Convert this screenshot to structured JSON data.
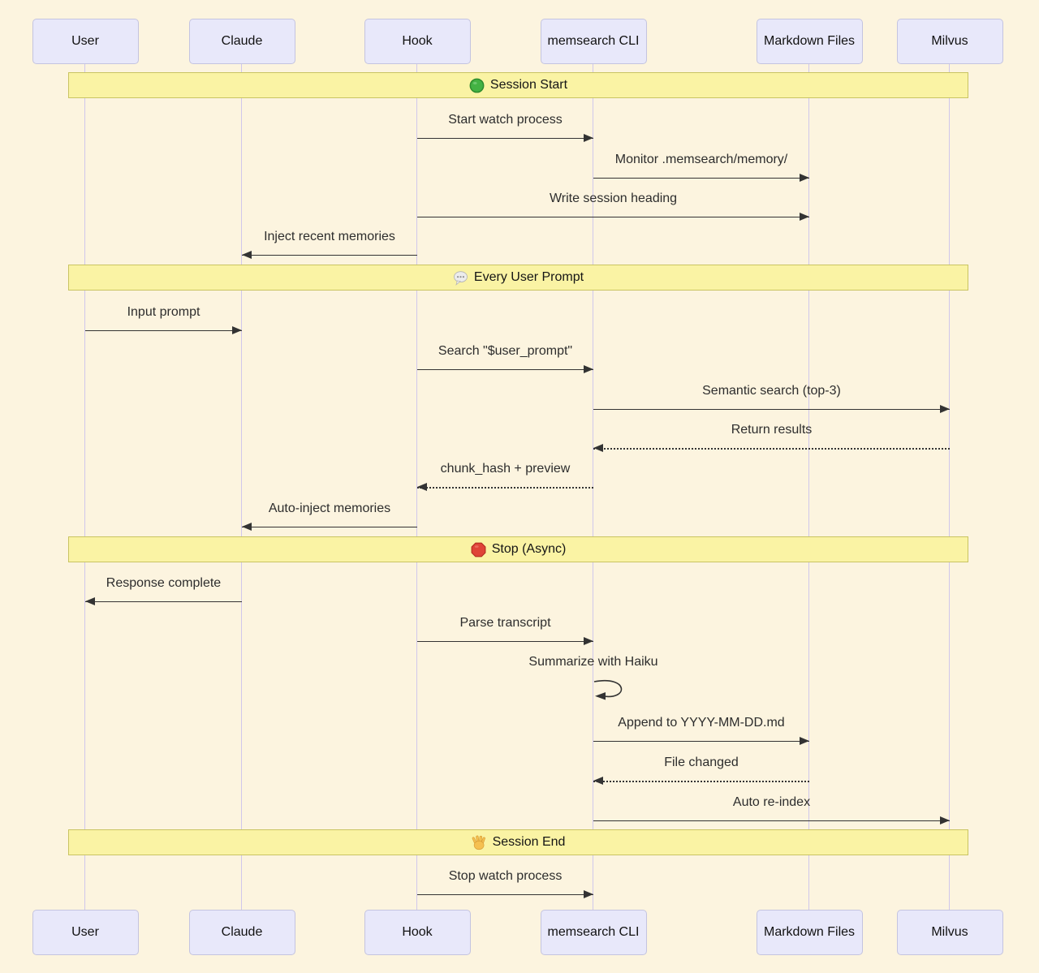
{
  "diagram": {
    "participants": [
      {
        "id": "user",
        "label": "User"
      },
      {
        "id": "claude",
        "label": "Claude"
      },
      {
        "id": "hook",
        "label": "Hook"
      },
      {
        "id": "memsearch",
        "label": "memsearch CLI"
      },
      {
        "id": "markdown",
        "label": "Markdown Files"
      },
      {
        "id": "milvus",
        "label": "Milvus"
      }
    ],
    "sections": [
      {
        "icon": "green-circle",
        "label": "Session Start"
      },
      {
        "icon": "speech-balloon",
        "label": "Every User Prompt"
      },
      {
        "icon": "stop-sign",
        "label": "Stop (Async)"
      },
      {
        "icon": "waving-hand",
        "label": "Session End"
      }
    ],
    "messages": [
      {
        "from": "hook",
        "to": "memsearch",
        "label": "Start watch process",
        "style": "solid"
      },
      {
        "from": "memsearch",
        "to": "markdown",
        "label": "Monitor .memsearch/memory/",
        "style": "solid"
      },
      {
        "from": "hook",
        "to": "markdown",
        "label": "Write session heading",
        "style": "solid"
      },
      {
        "from": "hook",
        "to": "claude",
        "label": "Inject recent memories",
        "style": "solid"
      },
      {
        "from": "user",
        "to": "claude",
        "label": "Input prompt",
        "style": "solid"
      },
      {
        "from": "hook",
        "to": "memsearch",
        "label": "Search \"$user_prompt\"",
        "style": "solid"
      },
      {
        "from": "memsearch",
        "to": "milvus",
        "label": "Semantic search (top-3)",
        "style": "solid"
      },
      {
        "from": "milvus",
        "to": "memsearch",
        "label": "Return results",
        "style": "dotted"
      },
      {
        "from": "memsearch",
        "to": "hook",
        "label": "chunk_hash + preview",
        "style": "dotted"
      },
      {
        "from": "hook",
        "to": "claude",
        "label": "Auto-inject memories",
        "style": "solid"
      },
      {
        "from": "claude",
        "to": "user",
        "label": "Response complete",
        "style": "solid"
      },
      {
        "from": "hook",
        "to": "memsearch",
        "label": "Parse transcript",
        "style": "solid"
      },
      {
        "from": "memsearch",
        "to": "memsearch",
        "label": "Summarize with Haiku",
        "style": "self"
      },
      {
        "from": "memsearch",
        "to": "markdown",
        "label": "Append to YYYY-MM-DD.md",
        "style": "solid"
      },
      {
        "from": "markdown",
        "to": "memsearch",
        "label": "File changed",
        "style": "dotted"
      },
      {
        "from": "memsearch",
        "to": "milvus",
        "label": "Auto re-index",
        "style": "solid"
      },
      {
        "from": "hook",
        "to": "memsearch",
        "label": "Stop watch process",
        "style": "solid"
      }
    ],
    "colors": {
      "background": "#fcf4df",
      "actor_fill": "#e8e8fa",
      "actor_border": "#c4c4e0",
      "lifeline": "#d0c7eb",
      "banner_fill": "#faf3a4",
      "banner_border": "#c9c462",
      "arrow": "#333333",
      "icon_green": "#43b243",
      "icon_red": "#df4437",
      "icon_hand": "#f5c050",
      "icon_balloon": "#ececec"
    }
  }
}
